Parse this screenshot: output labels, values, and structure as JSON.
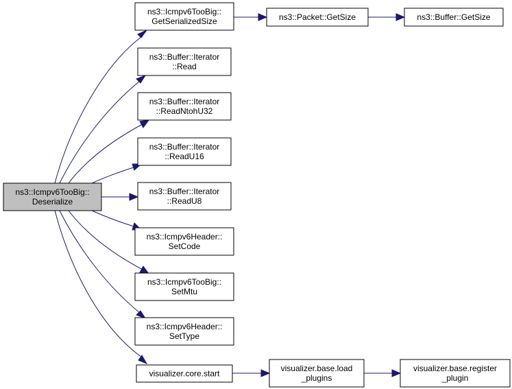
{
  "diagram": {
    "colors": {
      "node_fill": "#ffffff",
      "root_fill": "#bfbfbf",
      "border": "#000000",
      "edge": "#191970"
    },
    "nodes": [
      {
        "id": "deserialize",
        "lines": [
          "ns3::Icmpv6TooBig::",
          "Deserialize"
        ],
        "root": true
      },
      {
        "id": "get-serialized-size",
        "lines": [
          "ns3::Icmpv6TooBig::",
          "GetSerializedSize"
        ]
      },
      {
        "id": "packet-get-size",
        "lines": [
          "ns3::Packet::GetSize"
        ]
      },
      {
        "id": "buffer-get-size",
        "lines": [
          "ns3::Buffer::GetSize"
        ]
      },
      {
        "id": "iterator-read",
        "lines": [
          "ns3::Buffer::Iterator",
          "::Read"
        ]
      },
      {
        "id": "iterator-read-ntohu32",
        "lines": [
          "ns3::Buffer::Iterator",
          "::ReadNtohU32"
        ]
      },
      {
        "id": "iterator-read-u16",
        "lines": [
          "ns3::Buffer::Iterator",
          "::ReadU16"
        ]
      },
      {
        "id": "iterator-read-u8",
        "lines": [
          "ns3::Buffer::Iterator",
          "::ReadU8"
        ]
      },
      {
        "id": "header-set-code",
        "lines": [
          "ns3::Icmpv6Header::",
          "SetCode"
        ]
      },
      {
        "id": "toobig-set-mtu",
        "lines": [
          "ns3::Icmpv6TooBig::",
          "SetMtu"
        ]
      },
      {
        "id": "header-set-type",
        "lines": [
          "ns3::Icmpv6Header::",
          "SetType"
        ]
      },
      {
        "id": "visualizer-core-start",
        "lines": [
          "visualizer.core.start"
        ]
      },
      {
        "id": "visualizer-load-plugins",
        "lines": [
          "visualizer.base.load",
          "_plugins"
        ]
      },
      {
        "id": "visualizer-register-plugin",
        "lines": [
          "visualizer.base.register",
          "_plugin"
        ]
      }
    ],
    "edges": [
      {
        "from": "deserialize",
        "to": "get-serialized-size"
      },
      {
        "from": "get-serialized-size",
        "to": "packet-get-size"
      },
      {
        "from": "packet-get-size",
        "to": "buffer-get-size"
      },
      {
        "from": "deserialize",
        "to": "iterator-read"
      },
      {
        "from": "deserialize",
        "to": "iterator-read-ntohu32"
      },
      {
        "from": "deserialize",
        "to": "iterator-read-u16"
      },
      {
        "from": "deserialize",
        "to": "iterator-read-u8"
      },
      {
        "from": "deserialize",
        "to": "header-set-code"
      },
      {
        "from": "deserialize",
        "to": "toobig-set-mtu"
      },
      {
        "from": "deserialize",
        "to": "header-set-type"
      },
      {
        "from": "deserialize",
        "to": "visualizer-core-start"
      },
      {
        "from": "visualizer-core-start",
        "to": "visualizer-load-plugins"
      },
      {
        "from": "visualizer-load-plugins",
        "to": "visualizer-register-plugin"
      }
    ]
  }
}
